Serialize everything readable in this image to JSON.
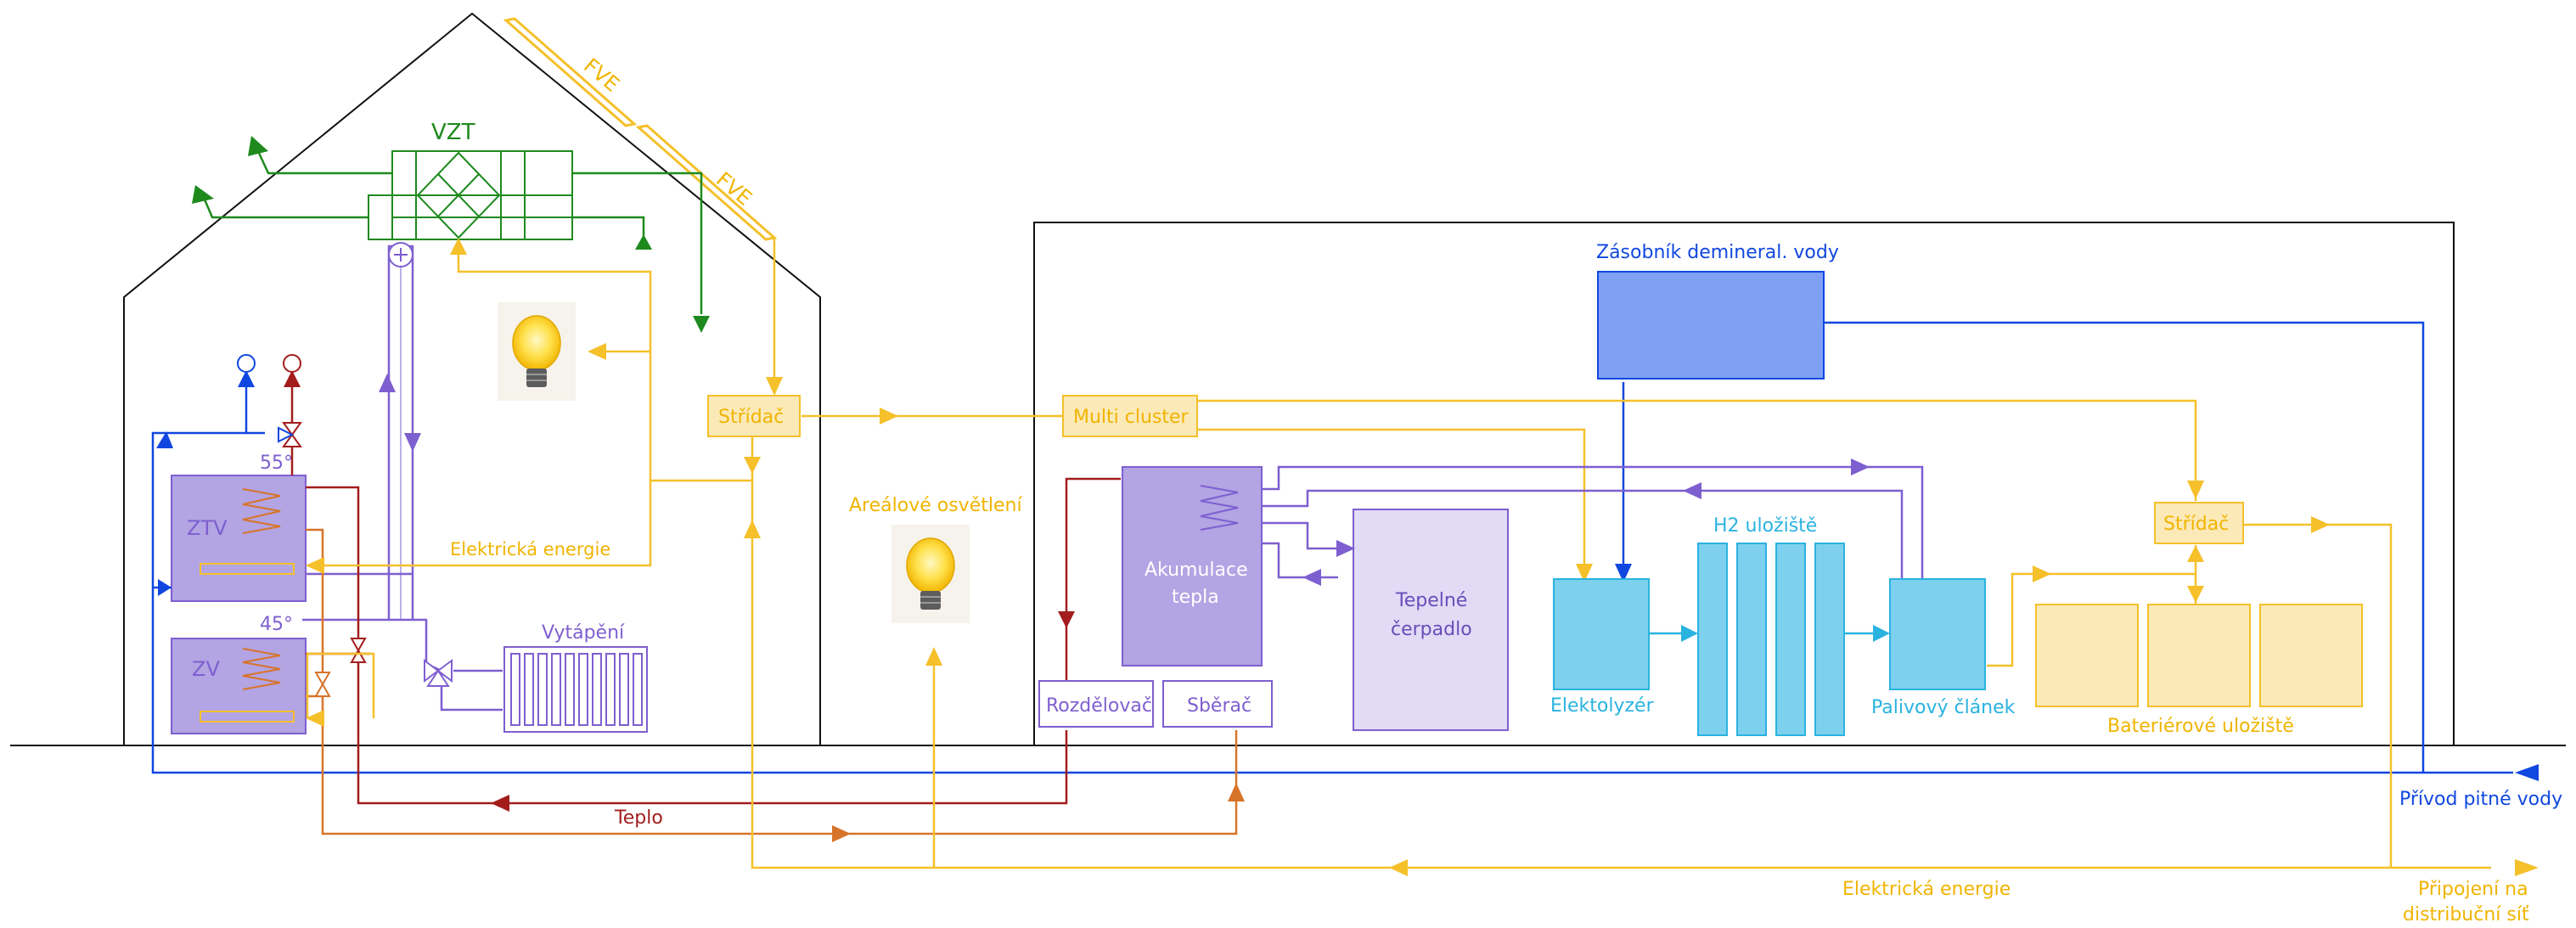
{
  "labels": {
    "fve_1": "FVE",
    "fve_2": "FVE",
    "vzt": "VZT",
    "temp_55": "55°",
    "temp_45": "45°",
    "ztv": "ZTV",
    "zv": "ZV",
    "vytapeni": "Vytápění",
    "elektricka_energie_house": "Elektrická energie",
    "stridac_house": "Střídač",
    "arealove_osvetleni": "Areálové osvětlení",
    "multi_cluster": "Multi cluster",
    "zasobnik_line1": "Zásobník demineral. vody",
    "akumulace_line1": "Akumulace",
    "akumulace_line2": "tepla",
    "tepelne_line1": "Tepelné",
    "tepelne_line2": "čerpadlo",
    "h2_ulozisete": "H2 uložiště",
    "stridac_right": "Střídač",
    "elektolyzer": "Elektolyzér",
    "palivovy_clanek": "Palivový článek",
    "baterierove": "Bateriérové uložiště",
    "rozdelovac": "Rozdělovač",
    "sberac": "Sběrač",
    "teplo": "Teplo",
    "privod_pitne_vody": "Přívod pitné vody",
    "elektricka_energie_bottom": "Elektrická energie",
    "pripojeni_line1": "Připojení na",
    "pripojeni_line2": "distribuční síť"
  },
  "colors": {
    "outline": "#111111",
    "ventilation": "#1e8a1e",
    "electric": "#f5c02a",
    "electric_text": "#f0b400",
    "heating": "#7e5fd0",
    "heat_red": "#a31d1d",
    "heat_orange": "#d7742a",
    "water_blue": "#1047e0",
    "hydrogen": "#2ab3e0",
    "storage_fill": "#b3a4e3",
    "box_fill_yellow": "#fce9b8"
  }
}
